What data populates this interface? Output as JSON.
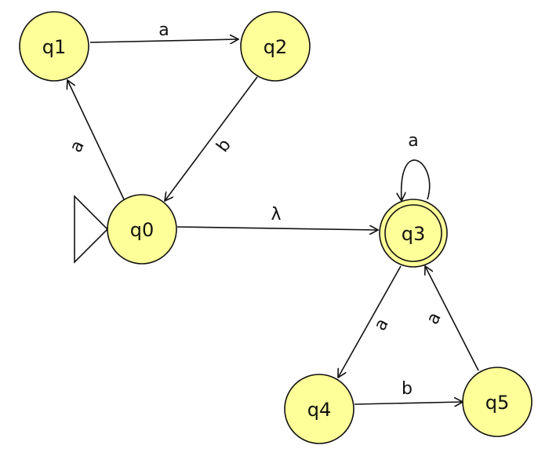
{
  "diagram": {
    "type": "finite-automaton",
    "colors": {
      "state_fill": "#ffff99",
      "stroke": "#111111"
    },
    "start_state": "q0",
    "accepting_states": [
      "q3"
    ],
    "states": [
      {
        "id": "q0",
        "label": "q0"
      },
      {
        "id": "q1",
        "label": "q1"
      },
      {
        "id": "q2",
        "label": "q2"
      },
      {
        "id": "q3",
        "label": "q3"
      },
      {
        "id": "q4",
        "label": "q4"
      },
      {
        "id": "q5",
        "label": "q5"
      }
    ],
    "transitions": [
      {
        "from": "q1",
        "to": "q2",
        "label": "a"
      },
      {
        "from": "q2",
        "to": "q0",
        "label": "b"
      },
      {
        "from": "q0",
        "to": "q1",
        "label": "a"
      },
      {
        "from": "q0",
        "to": "q3",
        "label": "λ"
      },
      {
        "from": "q3",
        "to": "q3",
        "label": "a"
      },
      {
        "from": "q3",
        "to": "q4",
        "label": "a"
      },
      {
        "from": "q4",
        "to": "q5",
        "label": "b"
      },
      {
        "from": "q5",
        "to": "q3",
        "label": "a"
      }
    ]
  }
}
